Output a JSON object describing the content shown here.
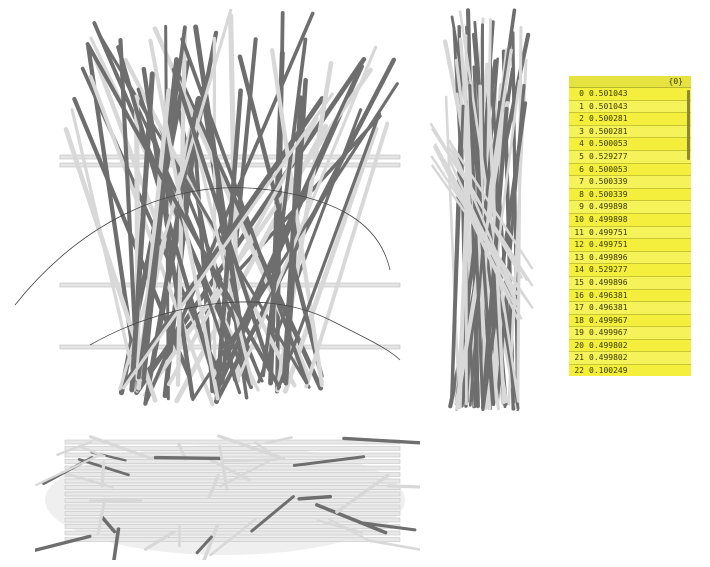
{
  "views": {
    "front": "front-view",
    "side": "side-view",
    "top": "top-view"
  },
  "panel": {
    "header": "{0}",
    "rows": [
      {
        "index": "0",
        "value": "0.501043"
      },
      {
        "index": "1",
        "value": "0.501043"
      },
      {
        "index": "2",
        "value": "0.500281"
      },
      {
        "index": "3",
        "value": "0.500281"
      },
      {
        "index": "4",
        "value": "0.500053"
      },
      {
        "index": "5",
        "value": "0.529277"
      },
      {
        "index": "6",
        "value": "0.500053"
      },
      {
        "index": "7",
        "value": "0.500339"
      },
      {
        "index": "8",
        "value": "0.500339"
      },
      {
        "index": "9",
        "value": "0.499898"
      },
      {
        "index": "10",
        "value": "0.499898"
      },
      {
        "index": "11",
        "value": "0.499751"
      },
      {
        "index": "12",
        "value": "0.499751"
      },
      {
        "index": "13",
        "value": "0.499896"
      },
      {
        "index": "14",
        "value": "0.529277"
      },
      {
        "index": "15",
        "value": "0.499896"
      },
      {
        "index": "16",
        "value": "0.496381"
      },
      {
        "index": "17",
        "value": "0.496381"
      },
      {
        "index": "18",
        "value": "0.499967"
      },
      {
        "index": "19",
        "value": "0.499967"
      },
      {
        "index": "20",
        "value": "0.499802"
      },
      {
        "index": "21",
        "value": "0.499802"
      },
      {
        "index": "22",
        "value": "0.100249"
      }
    ]
  },
  "colors": {
    "panel_bg": "#f3ef3c",
    "stick_dark": "#6e6e6e",
    "stick_light": "#d8d8d8",
    "curve": "#444444"
  }
}
